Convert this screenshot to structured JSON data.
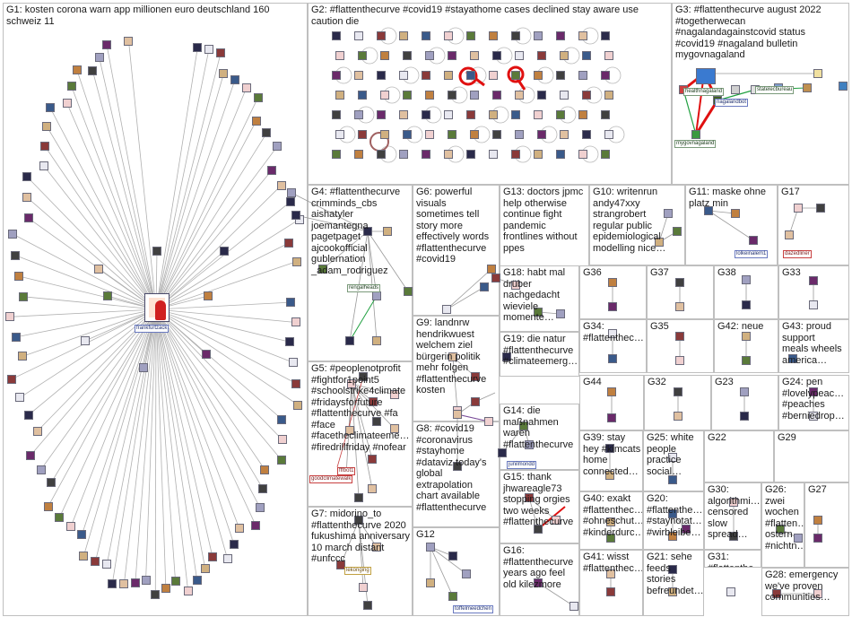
{
  "groups": [
    {
      "id": "G1",
      "label": "G1: kosten corona warn app millionen euro deutschland 160\nschweiz 11"
    },
    {
      "id": "G2",
      "label": "G2: #flattenthecurve #covid19 #stayathome cases declined stay aware use\ncaution die"
    },
    {
      "id": "G3",
      "label": "G3: #flattenthecurve august 2022\n#togetherwecan\n#nagalandagainstcovid status\n#covid19 #nagaland bulletin\nmygovnagaland"
    },
    {
      "id": "G4",
      "label": "G4: #flattenthecurve\ncrimminds_cbs\naishatyler\njoemantegna\npagetpaget\najcookofficial\ngublernation\n_adam_rodriguez"
    },
    {
      "id": "G6",
      "label": "G6: powerful\nvisuals\nsometimes tell\nstory more\neffectively words\n#flattenthecurve\n#covid19"
    },
    {
      "id": "G13",
      "label": "G13: doctors jpmc\nhelp otherwise\ncontinue fight\npandemic\nfrontlines without\nppes"
    },
    {
      "id": "G10",
      "label": "G10: writenrun\nandy47xxy\nstrangrobert\nregular public\nepidemiological\nmodelling nice…"
    },
    {
      "id": "G11",
      "label": "G11: maske ohne\nplatz min"
    },
    {
      "id": "G17",
      "label": "G17"
    },
    {
      "id": "G18",
      "label": "G18: habt mal\ndrüber\nnachgedacht\nwieviele\nmomente…"
    },
    {
      "id": "G36",
      "label": "G36"
    },
    {
      "id": "G37",
      "label": "G37"
    },
    {
      "id": "G38",
      "label": "G38"
    },
    {
      "id": "G33",
      "label": "G33"
    },
    {
      "id": "G9",
      "label": "G9: landnrw\nhendrikwuest\nwelchem ziel\nbürgerin politik\nmehr folgen\n#flattenthecurve\nkosten"
    },
    {
      "id": "G19",
      "label": "G19: die natur\n#flattenthecurve\n#climateemerg…"
    },
    {
      "id": "G34",
      "label": "G34:\n#flattenthec…"
    },
    {
      "id": "G35",
      "label": "G35"
    },
    {
      "id": "G42",
      "label": "G42: neue"
    },
    {
      "id": "G43",
      "label": "G43: proud\nsupport\nmeals wheels\namerica…"
    },
    {
      "id": "G5",
      "label": "G5: #peoplenotprofit\n#fightfor1point5\n#schoolstrike4climate\n#fridaysforfuture\n#flattenthecurve #fa\n#face\n#facetheclimateeme…\n#firedrillfriday #nofear"
    },
    {
      "id": "G14",
      "label": "G14: die\nmaßnahmen\nwaren\n#flattenthecurve"
    },
    {
      "id": "G44",
      "label": "G44"
    },
    {
      "id": "G32",
      "label": "G32"
    },
    {
      "id": "G23",
      "label": "G23"
    },
    {
      "id": "G24",
      "label": "G24: pen\n#lovelypeac…\n#peaches\n#berniedrop…"
    },
    {
      "id": "G8",
      "label": "G8: #covid19\n#coronavirus\n#stayhome\n#dataviz today's\nglobal\nextrapolation\nchart available\n#flattenthecurve"
    },
    {
      "id": "G39",
      "label": "G39: stay\nhey #kimcats\nhome\nconnected…"
    },
    {
      "id": "G25",
      "label": "G25: white\npeople\npractice\nsocial…"
    },
    {
      "id": "G22",
      "label": "G22"
    },
    {
      "id": "G29",
      "label": "G29"
    },
    {
      "id": "G15",
      "label": "G15: thank\njhwareagle73\nstopping orgies\ntwo weeks\n#flattenthecurve"
    },
    {
      "id": "G40",
      "label": "G40: exakt\n#flattenthec…\n#ohneschut…\n#kinderdurc…"
    },
    {
      "id": "G20",
      "label": "G20:\n#flattenthe…\n#staynotat…\n#wirbleibe…"
    },
    {
      "id": "G30",
      "label": "G30:\nalgorithmi…\ncensored\nslow\nspread…"
    },
    {
      "id": "G26",
      "label": "G26:\nzwei\nwochen\n#flatten…\nostern\n#nichtn…"
    },
    {
      "id": "G27",
      "label": "G27"
    },
    {
      "id": "G7",
      "label": "G7: midorino_to\n#flattenthecurve 2020\nfukushima anniversary\n10 march distant\n#unfccc"
    },
    {
      "id": "G12",
      "label": "G12"
    },
    {
      "id": "G16",
      "label": "G16:\n#flattenthecurve\nyears ago feel\nold kilezmore"
    },
    {
      "id": "G41",
      "label": "G41: wisst\n#flattenthec…"
    },
    {
      "id": "G21",
      "label": "G21: sehe\nfeeds\nstories\nbefreundet…"
    },
    {
      "id": "G31",
      "label": "G31:\n#flattenthe…"
    },
    {
      "id": "G28",
      "label": "G28: emergency\nwe've proven\ncommunities…"
    }
  ],
  "node_labels": [
    {
      "id": "frankfurtzack",
      "text": "frankfurtzack"
    },
    {
      "id": "healthnagaland",
      "text": "healthnagaland"
    },
    {
      "id": "nagalandbot",
      "text": "nagalandbot"
    },
    {
      "id": "statelecbureau",
      "text": "statelecbureau"
    },
    {
      "id": "mygovnagaland",
      "text": "mygovnagaland"
    },
    {
      "id": "lolkeinalem1",
      "text": "lolkeinalem1"
    },
    {
      "id": "dazedliner",
      "text": "dazedliner"
    },
    {
      "id": "toffelmeedchen",
      "text": "toffelmeedchen"
    },
    {
      "id": "junilmondd",
      "text": "junilmondd"
    },
    {
      "id": "fffbot1",
      "text": "fffbot1"
    },
    {
      "id": "goodclimatewalk",
      "text": "goodclimatewalk"
    },
    {
      "id": "rengalheads",
      "text": "rengalheads"
    },
    {
      "id": "lekonging",
      "text": "lekonging"
    }
  ],
  "colors": {
    "edge": "#9a9a9a",
    "hub_edge": "#b0b0b0",
    "box_border": "#bfbfbf",
    "highlight_arrow": "#e01010",
    "nagaland_edge": "#20a040"
  }
}
